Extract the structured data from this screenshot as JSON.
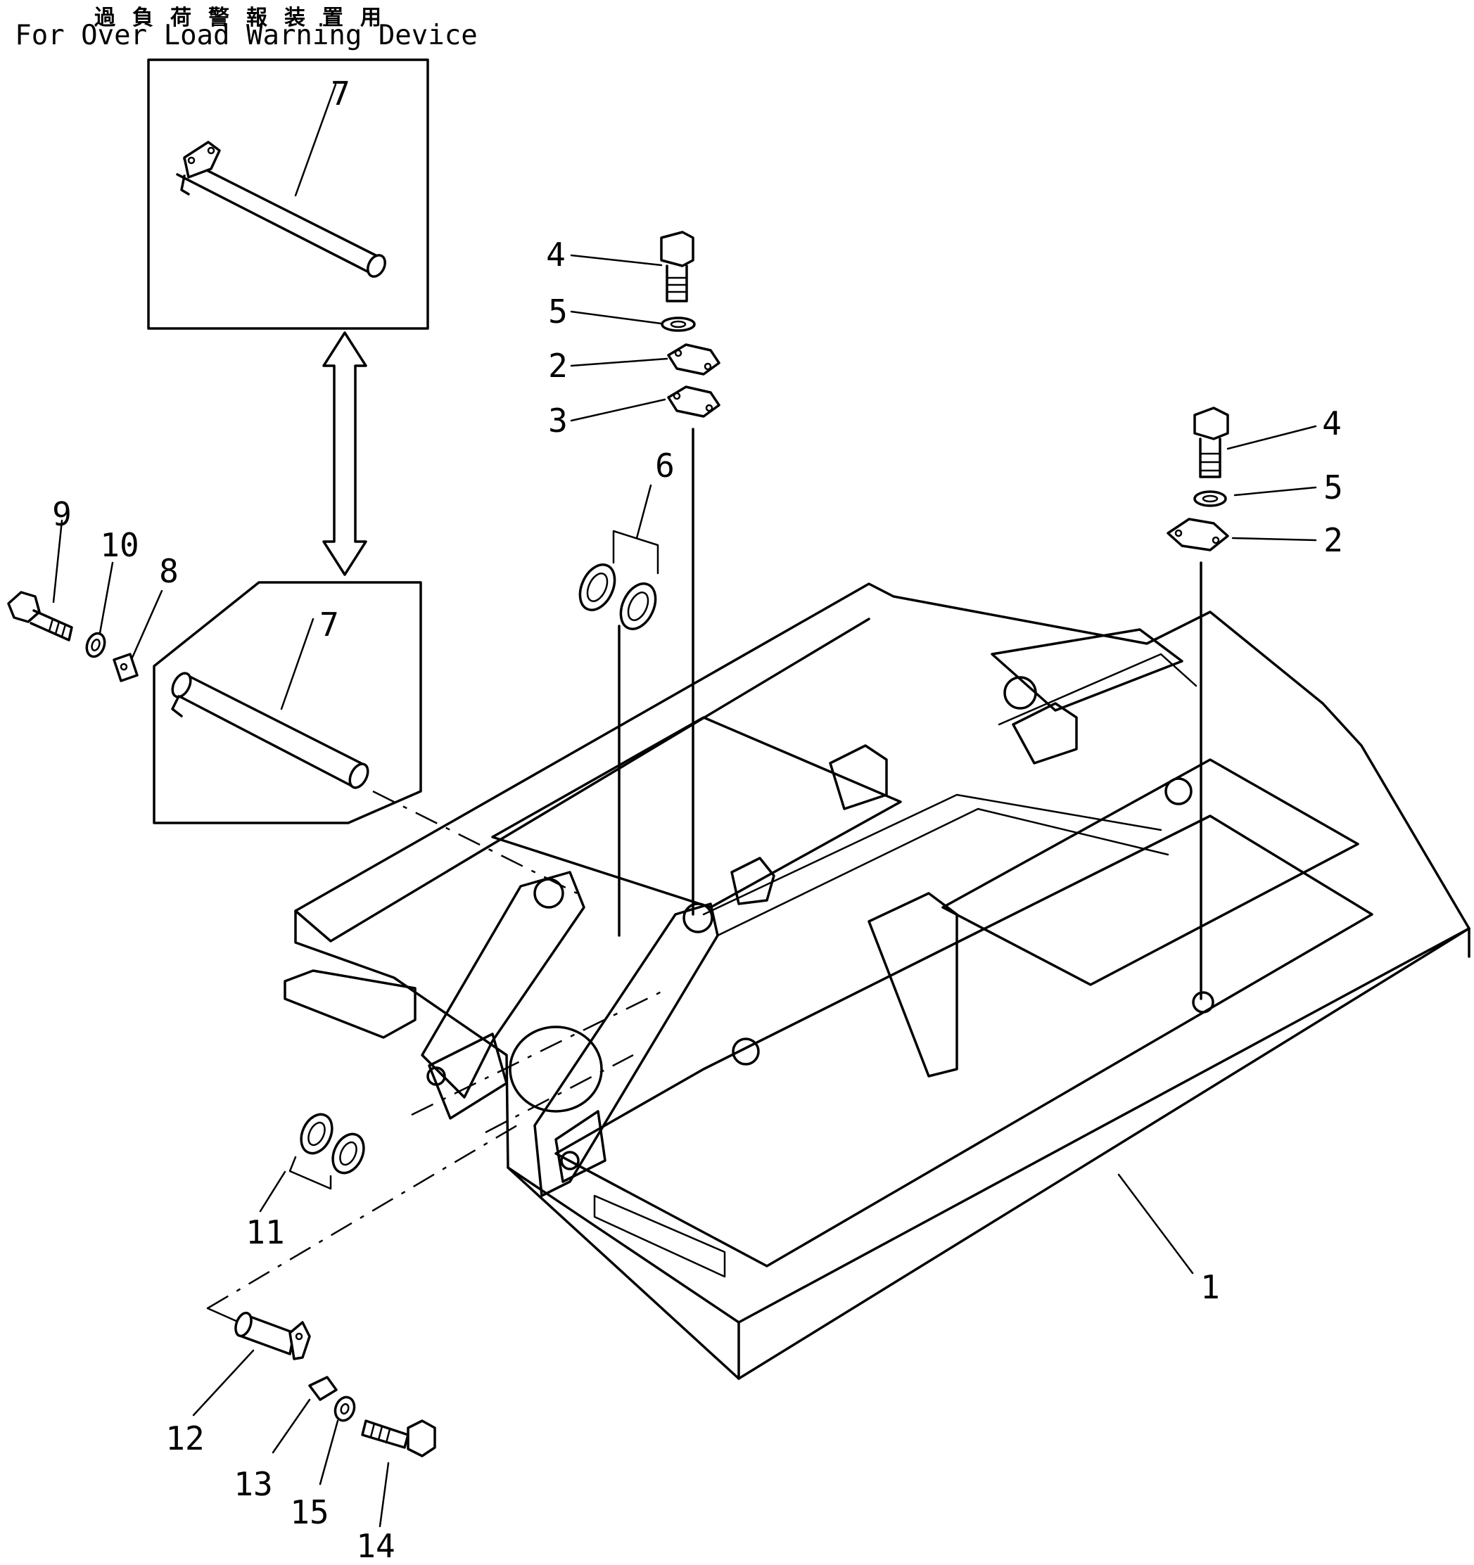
{
  "heading": {
    "japanese": "過負荷警報装置用",
    "english": "For Over Load Warning Device"
  },
  "callouts": {
    "c1": "1",
    "c2a": "2",
    "c2b": "2",
    "c3": "3",
    "c4a": "4",
    "c4b": "4",
    "c5a": "5",
    "c5b": "5",
    "c6": "6",
    "c7a": "7",
    "c7b": "7",
    "c8": "8",
    "c9": "9",
    "c10": "10",
    "c11": "11",
    "c12": "12",
    "c13": "13",
    "c14": "14",
    "c15": "15"
  }
}
